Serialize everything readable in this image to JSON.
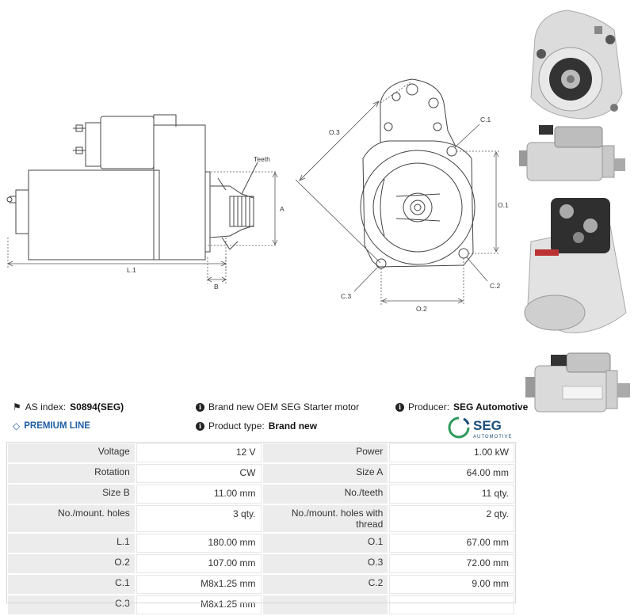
{
  "drawing": {
    "teeth": "Teeth",
    "dim_a": "A",
    "dim_b": "B",
    "dim_l1": "L.1",
    "dim_o1": "O.1",
    "dim_o2": "O.2",
    "dim_o3": "O.3",
    "dim_c1": "C.1",
    "dim_c2": "C.2",
    "dim_c3": "C.3"
  },
  "info": {
    "as_index_label": "AS index:",
    "as_index_value": "S0894(SEG)",
    "premium": "PREMIUM LINE",
    "description": "Brand new OEM SEG Starter motor",
    "product_type_label": "Product type:",
    "product_type_value": "Brand new",
    "producer_label": "Producer:",
    "producer_value": "SEG Automotive",
    "logo_main": "SEG",
    "logo_sub": "AUTOMOTIVE"
  },
  "specs": [
    {
      "l1": "Voltage",
      "v1": "12 V",
      "l2": "Power",
      "v2": "1.00 kW"
    },
    {
      "l1": "Rotation",
      "v1": "CW",
      "l2": "Size A",
      "v2": "64.00 mm"
    },
    {
      "l1": "Size B",
      "v1": "11.00 mm",
      "l2": "No./teeth",
      "v2": "11 qty."
    },
    {
      "l1": "No./mount. holes",
      "v1": "3 qty.",
      "l2": "No./mount. holes with thread",
      "v2": "2 qty."
    },
    {
      "l1": "L.1",
      "v1": "180.00 mm",
      "l2": "O.1",
      "v2": "67.00 mm"
    },
    {
      "l1": "O.2",
      "v1": "107.00 mm",
      "l2": "O.3",
      "v2": "72.00 mm"
    },
    {
      "l1": "C.1",
      "v1": "M8x1.25 mm",
      "l2": "C.2",
      "v2": "9.00 mm"
    },
    {
      "l1": "C.3",
      "v1": "M8x1.25 mm",
      "l2": "",
      "v2": ""
    }
  ],
  "colors": {
    "premium": "#1f5fa8",
    "seg_green": "#2e9a5a",
    "seg_text": "#1b4f7a"
  }
}
